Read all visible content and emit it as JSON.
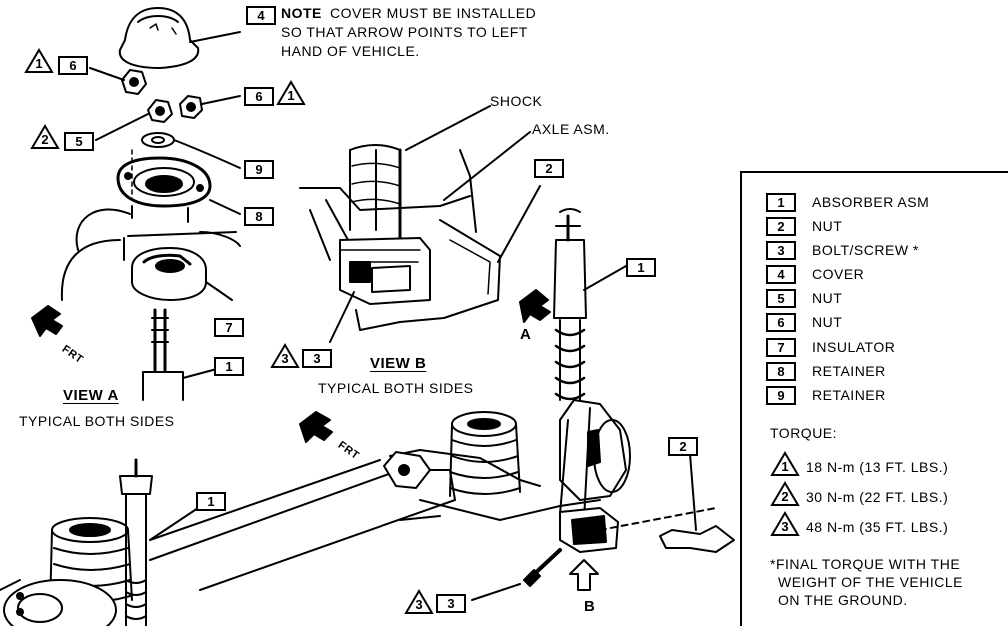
{
  "note": {
    "callout": "4",
    "label": "NOTE",
    "line1": "COVER MUST BE INSTALLED",
    "line2": "SO THAT ARROW POINTS TO LEFT",
    "line3": "HAND OF VEHICLE."
  },
  "callouts": {
    "shock": "SHOCK",
    "axle": "AXLE ASM."
  },
  "views": {
    "a_title": "VIEW A",
    "a_sub": "TYPICAL BOTH SIDES",
    "b_title": "VIEW B",
    "b_sub": "TYPICAL BOTH SIDES",
    "a_marker": "A",
    "b_marker": "B",
    "frt": "FRT"
  },
  "markers": {
    "n1": "1",
    "n2": "2",
    "n3": "3",
    "n4": "4",
    "n5": "5",
    "n6": "6",
    "n7": "7",
    "n8": "8",
    "n9": "9",
    "t1": "1",
    "t2": "2",
    "t3": "3"
  },
  "legend": {
    "items": [
      {
        "num": "1",
        "label": "ABSORBER ASM"
      },
      {
        "num": "2",
        "label": "NUT"
      },
      {
        "num": "3",
        "label": "BOLT/SCREW *"
      },
      {
        "num": "4",
        "label": "COVER"
      },
      {
        "num": "5",
        "label": "NUT"
      },
      {
        "num": "6",
        "label": "NUT"
      },
      {
        "num": "7",
        "label": "INSULATOR"
      },
      {
        "num": "8",
        "label": "RETAINER"
      },
      {
        "num": "9",
        "label": "RETAINER"
      }
    ],
    "torque_title": "TORQUE:",
    "torques": [
      {
        "num": "1",
        "value": "18 N-m (13 FT. LBS.)"
      },
      {
        "num": "2",
        "value": "30 N-m (22 FT. LBS.)"
      },
      {
        "num": "3",
        "value": "48 N-m (35 FT. LBS.)"
      }
    ],
    "footnote1": "*FINAL TORQUE WITH THE",
    "footnote2": "WEIGHT OF THE VEHICLE",
    "footnote3": "ON THE GROUND."
  }
}
